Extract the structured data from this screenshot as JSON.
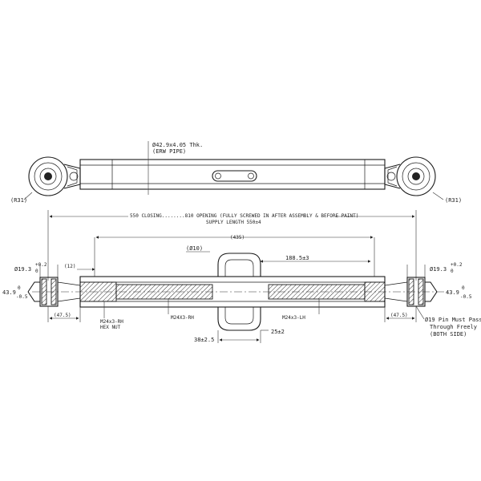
{
  "drawing": {
    "top_view": {
      "tube_note_line1": "Ø42.9x4.05 Thk.",
      "tube_note_line2": "(ERW PIPE)",
      "left_radius": "(R31)",
      "right_radius": "(R31)"
    },
    "main_dimension": {
      "line1": "550 CLOSING........810 OPENING (FULLY SCREWED IN AFTER ASSEMBLY & BEFORE PAINT)",
      "line2": "SUPPLY LENGTH 550±4"
    },
    "section_view": {
      "dim_435": "(435)",
      "dim_phi10": "(Ø10)",
      "dim_188": "188.5±3",
      "dim_12": "(12)",
      "left_bore": "Ø19.3",
      "left_bore_tol_upper": "+0.2",
      "left_bore_tol_lower": "0",
      "right_bore": "Ø19.3",
      "right_bore_tol_upper": "+0.2",
      "right_bore_tol_lower": "0",
      "left_width": "43.9",
      "left_width_tol_upper": "0",
      "left_width_tol_lower": "-0.5",
      "right_width": "43.9",
      "right_width_tol_upper": "0",
      "right_width_tol_lower": "-0.5",
      "left_eye_dim": "(47.5)",
      "right_eye_dim": "(47.5)",
      "nut_label_line1": "M24x3-RH",
      "nut_label_line2": "HEX NUT",
      "thread_rh": "M24X3-RH",
      "thread_lh": "M24x3-LH",
      "dim_25": "25±2",
      "dim_38": "38±2.5",
      "pin_note_line1": "Ø19 Pin Must Pass",
      "pin_note_line2": "Through Freely",
      "pin_note_line3": "(BOTH SIDE)"
    }
  }
}
